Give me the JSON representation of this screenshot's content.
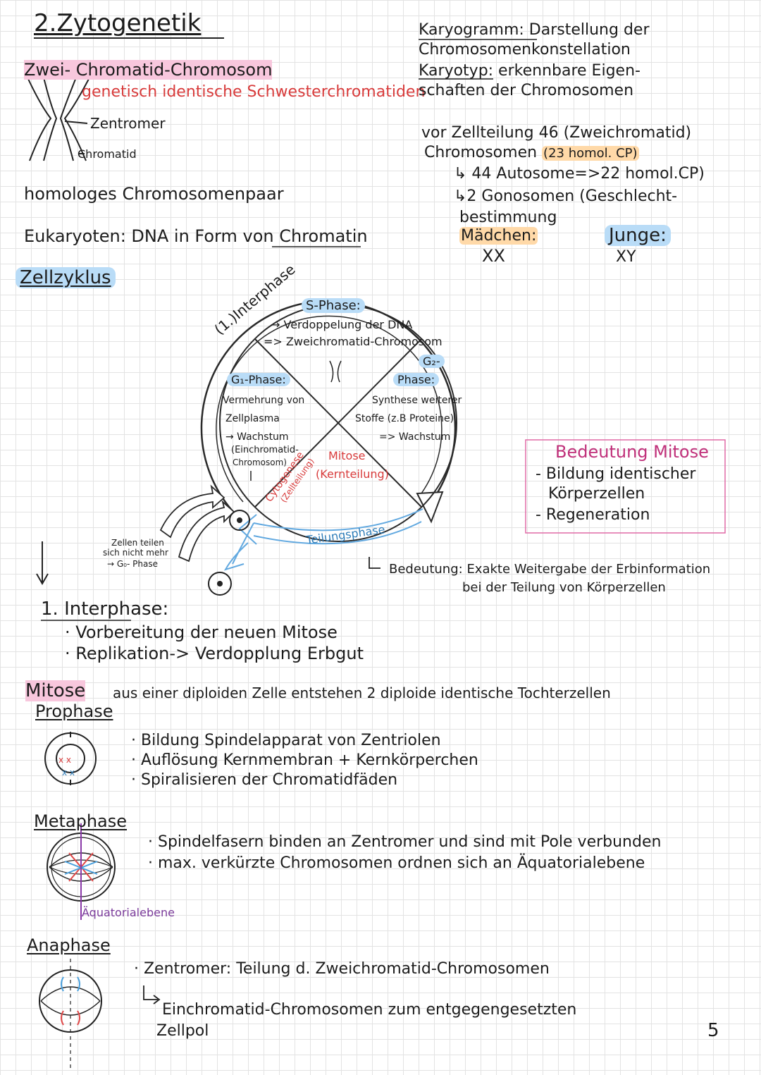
{
  "page": {
    "title": "2.Zytogenetik",
    "page_number": "5"
  },
  "chromosome": {
    "heading": "Zwei- Chromatid-Chromosom",
    "sister": "genetisch identische Schwesterchromatiden",
    "zentromer": "Zentromer",
    "chromatid": "Chromatid",
    "homolog": "homologes Chromosomenpaar",
    "eukaryoten": "Eukaryoten: DNA in Form von ",
    "chromatin": "Chromatin"
  },
  "karyo": {
    "line1": "Karyogramm: Darstellung der",
    "line2": "Chromosomenkonstellation",
    "line3": "Karyotyp: erkennbare Eigen-",
    "line4": "schaften der Chromosomen",
    "vor1": "vor Zellteilung 46 (Zweichromatid)",
    "vor2a": "Chromosomen ",
    "vor2b": "(23 homol. CP)",
    "auto": "↳ 44 Autosome=>22 homol.CP)",
    "gono": "↳2 Gonosomen (Geschlecht-",
    "best": "bestimmung",
    "maedchen": "Mädchen:",
    "xx": "XX",
    "junge": "Junge:",
    "xy": "XY"
  },
  "cycle": {
    "heading": "Zellzyklus",
    "interphase": "(1.)Interphase",
    "s_phase": "S-Phase:",
    "s1": "→ Verdoppelung der DNA",
    "s2": "=> Zweichromatid-Chromosom",
    "g1_phase": "G₁-Phase:",
    "g1_1": "Vermehrung von",
    "g1_2": "Zellplasma",
    "g1_3": "→ Wachstum",
    "g1_4": "(Einchromatid-",
    "g1_5": "Chromosom)",
    "g2a": "G₂-",
    "g2b": "Phase:",
    "g2_1": "Synthese weiterer",
    "g2_2": "Stoffe (z.B Proteine)",
    "g2_3": "=> Wachstum",
    "mitose": "Mitose",
    "kernteilung": "(Kernteilung)",
    "cytogenese": "Cytogenese",
    "zellteilung": "(Zellteilung)",
    "teilungsphase": "Teilungsphase",
    "g0_1": "Zellen teilen",
    "g0_2": "sich nicht mehr",
    "g0_3": "→ G₀- Phase",
    "bedeutung_label": "Bedeutung:",
    "bedeutung_1": "Exakte Weitergabe der Erbinformation",
    "bedeutung_2": "bei der Teilung von Körperzellen"
  },
  "bedeutung_box": {
    "title": "Bedeutung Mitose",
    "item1": "- Bildung identischer",
    "item1b": "Körperzellen",
    "item2": "- Regeneration"
  },
  "interphase": {
    "heading": "1. Interphase:",
    "p1": "· Vorbereitung der neuen Mitose",
    "p2": "· Replikation-> Verdopplung Erbgut"
  },
  "mitose": {
    "heading": "Mitose",
    "desc": "aus einer diploiden Zelle entstehen 2 diploide identische Tochterzellen"
  },
  "prophase": {
    "heading": "Prophase",
    "p1": "· Bildung Spindelapparat von Zentriolen",
    "p2": "· Auflösung Kernmembran + Kernkörperchen",
    "p3": "· Spiralisieren der Chromatidfäden"
  },
  "metaphase": {
    "heading": "Metaphase",
    "p1": "· Spindelfasern binden an Zentromer und sind mit Pole verbunden",
    "p2": "· max. verkürzte Chromosomen ordnen sich an Äquatorialebene",
    "aequator": "Äquatorialebene"
  },
  "anaphase": {
    "heading": "Anaphase",
    "p1": "· Zentromer: Teilung d. Zweichromatid-Chromosomen",
    "p2": "Einchromatid-Chromosomen zum entgegengesetzten",
    "p3": "Zellpol"
  },
  "colors": {
    "pink": "#f8c7dd",
    "blue": "#b9dcf7",
    "orange": "#ffd9a8",
    "red": "#d83b3b",
    "magenta": "#c0307a"
  }
}
